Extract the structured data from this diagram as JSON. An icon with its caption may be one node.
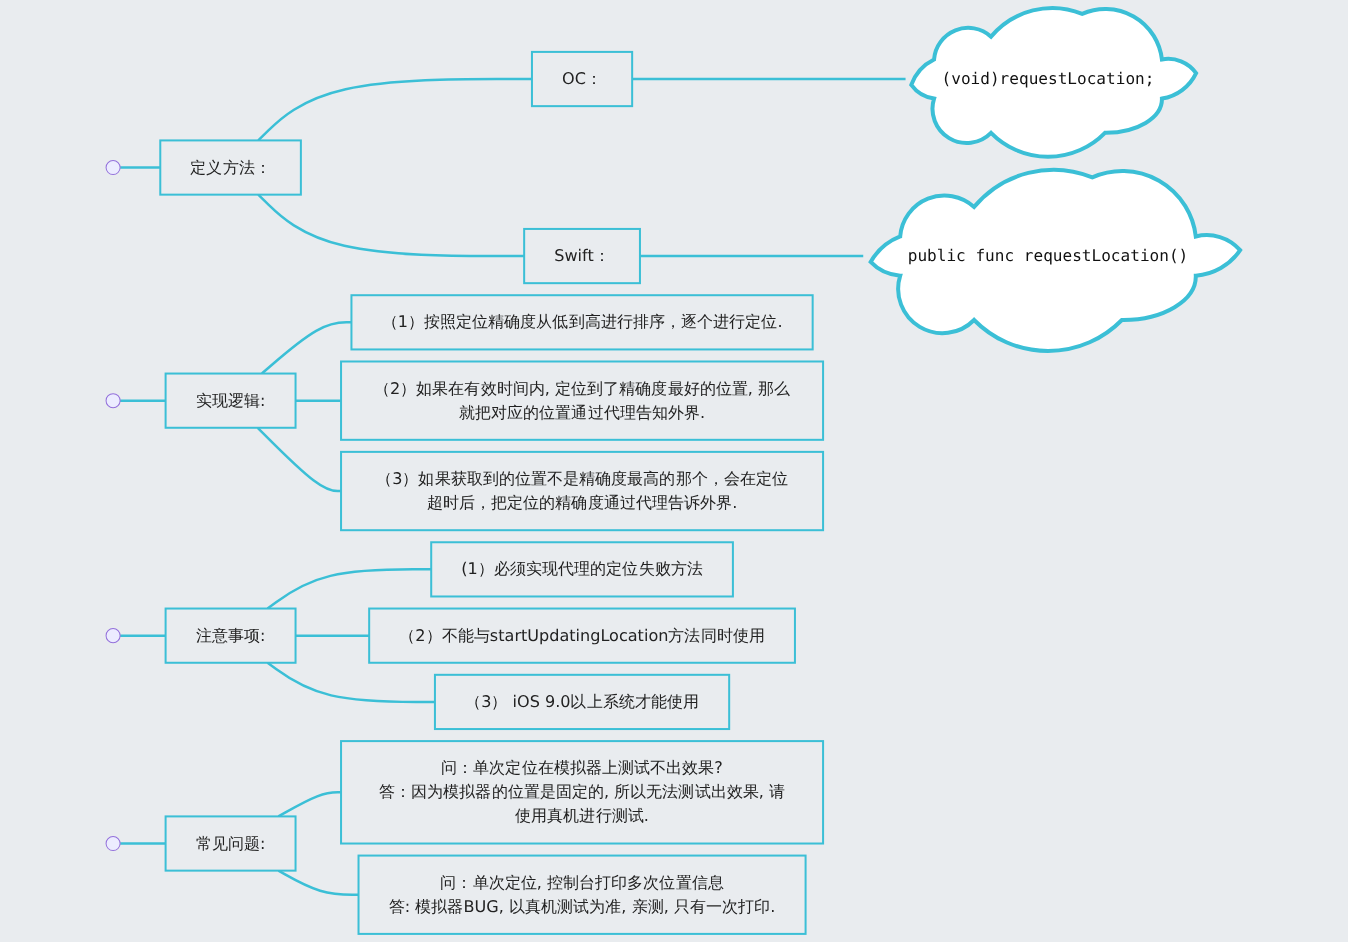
{
  "diagram": {
    "nodes": [
      {
        "text": [
          "定义方法："
        ]
      },
      {
        "text": [
          "OC："
        ]
      },
      {
        "text": [
          "(void)requestLocation;"
        ]
      },
      {
        "text": [
          "Swift："
        ]
      },
      {
        "text": [
          "public func requestLocation()"
        ]
      },
      {
        "text": [
          "实现逻辑:"
        ]
      },
      {
        "text": [
          "（1）按照定位精确度从低到高进行排序，逐个进行定位."
        ]
      },
      {
        "text": [
          "（2）如果在有效时间内, 定位到了精确度最好的位置, 那么就把对应的位置通过代理告知外界."
        ]
      },
      {
        "text": [
          "（3）如果获取到的位置不是精确度最高的那个，会在定位超时后，把定位的精确度通过代理告诉外界."
        ]
      },
      {
        "text": [
          "注意事项:"
        ]
      },
      {
        "text": [
          "(1）必须实现代理的定位失败方法"
        ]
      },
      {
        "text": [
          "（2）不能与startUpdatingLocation方法同时使用"
        ]
      },
      {
        "text": [
          "（3） iOS 9.0以上系统才能使用"
        ]
      },
      {
        "text": [
          "常见问题:"
        ]
      },
      {
        "text": [
          "问：单次定位在模拟器上测试不出效果?",
          "答：因为模拟器的位置是固定的, 所以无法测试出效果, 请使用真机进行测试."
        ]
      },
      {
        "text": [
          "问：单次定位, 控制台打印多次位置信息",
          "答: 模拟器BUG, 以真机测试为准, 亲测, 只有一次打印."
        ]
      }
    ],
    "edges": [
      {
        "from": null,
        "to": 0,
        "arrow": "none"
      },
      {
        "from": 0,
        "to": 1,
        "arrow": "none"
      },
      {
        "from": 1,
        "to": 2,
        "arrow": "none"
      },
      {
        "from": 0,
        "to": 3,
        "arrow": "none"
      },
      {
        "from": 3,
        "to": 4,
        "arrow": "none"
      },
      {
        "from": null,
        "to": 5,
        "arrow": "none"
      },
      {
        "from": 5,
        "to": 6,
        "arrow": "none"
      },
      {
        "from": 5,
        "to": 7,
        "arrow": "none"
      },
      {
        "from": 5,
        "to": 8,
        "arrow": "none"
      },
      {
        "from": null,
        "to": 9,
        "arrow": "none"
      },
      {
        "from": 9,
        "to": 10,
        "arrow": "none"
      },
      {
        "from": 9,
        "to": 11,
        "arrow": "none"
      },
      {
        "from": 9,
        "to": 12,
        "arrow": "none"
      },
      {
        "from": null,
        "to": 13,
        "arrow": "none"
      },
      {
        "from": 13,
        "to": 14,
        "arrow": "none"
      },
      {
        "from": 13,
        "to": 15,
        "arrow": "none"
      }
    ]
  }
}
